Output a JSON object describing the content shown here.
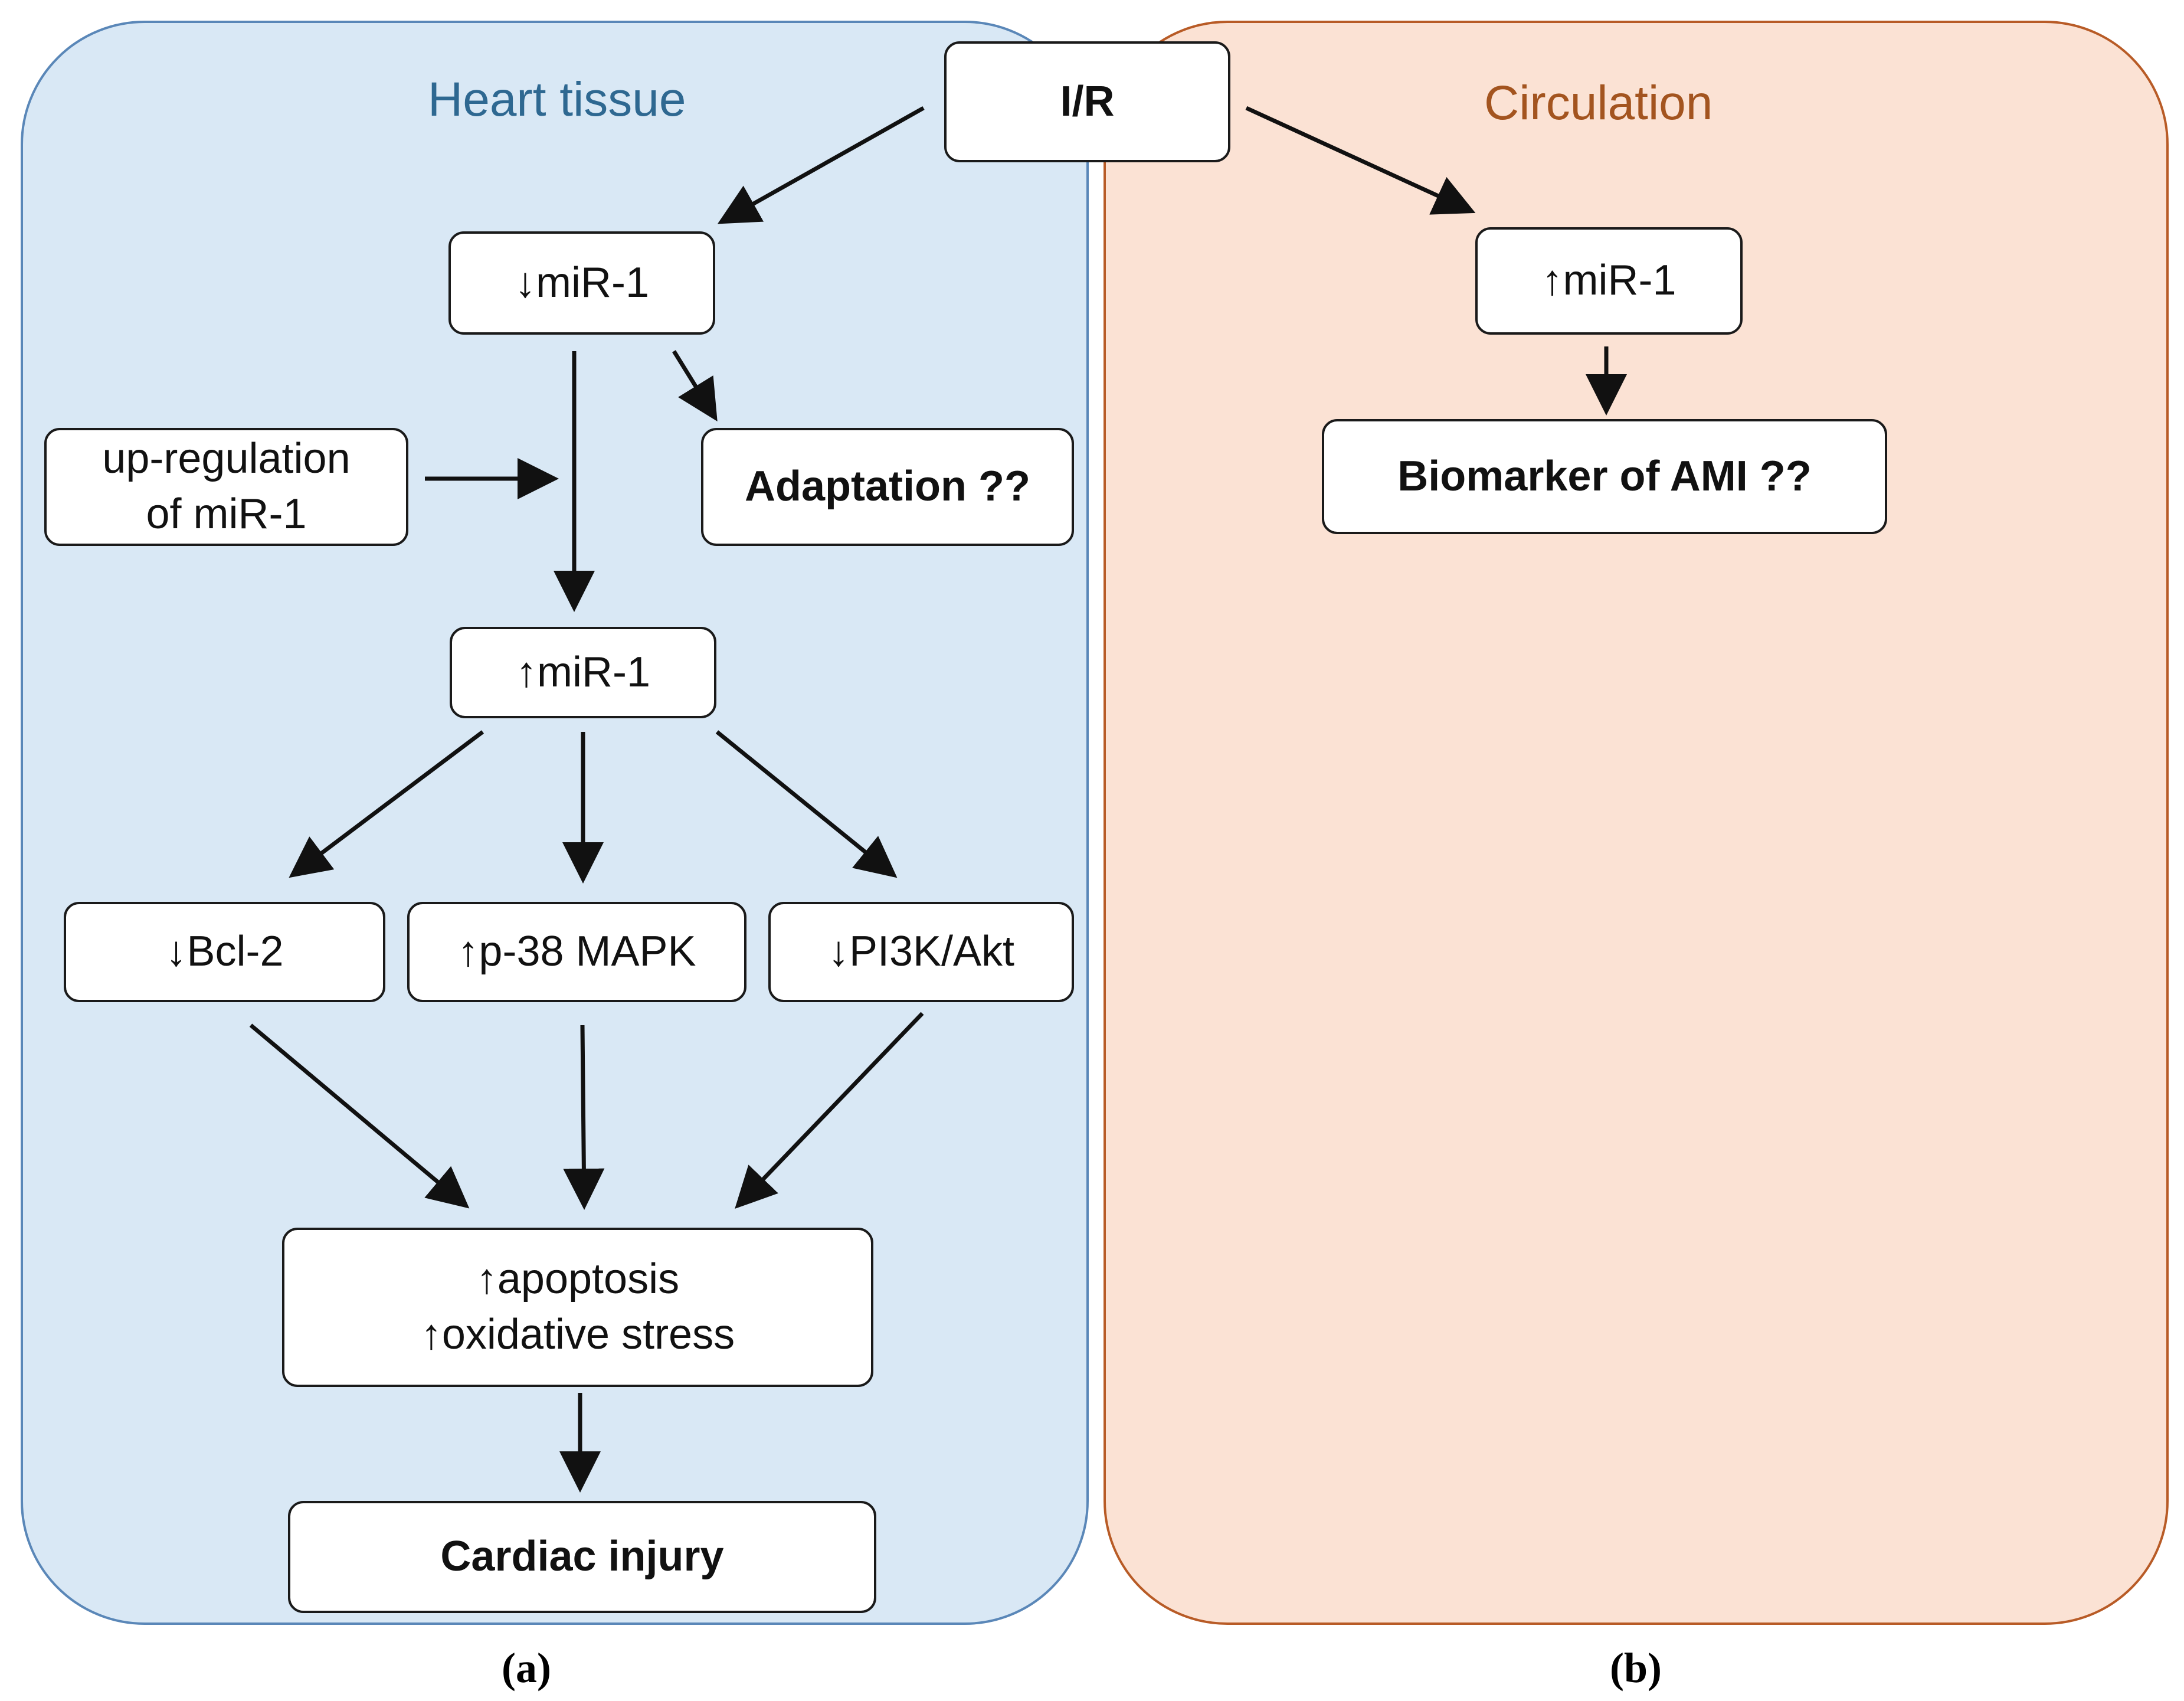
{
  "panels": {
    "heart": {
      "title": "Heart tissue",
      "caption": "(a)",
      "fill": "#d9e8f5",
      "border": "#5a87b8",
      "title_color": "#2e6891"
    },
    "circulation": {
      "title": "Circulation",
      "caption": "(b)",
      "fill": "#fbe2d4",
      "border": "#b85b26",
      "title_color": "#a3541f"
    }
  },
  "nodes": {
    "ir": "I/R",
    "heart_mir1_down": "↓miR-1",
    "upregulation_line1": "up-regulation",
    "upregulation_line2": "of miR-1",
    "adaptation": "Adaptation ??",
    "heart_mir1_up": "↑miR-1",
    "bcl2": "↓Bcl-2",
    "p38": "↑p-38 MAPK",
    "pi3k": "↓PI3K/Akt",
    "apoptosis": "↑apoptosis",
    "oxidative": "↑oxidative stress",
    "cardiac_injury": "Cardiac injury",
    "circ_mir1_up": "↑miR-1",
    "biomarker": "Biomarker of AMI ??"
  },
  "edges": [
    {
      "from": "ir",
      "to": "heart_mir1_down"
    },
    {
      "from": "ir",
      "to": "circ_mir1_up"
    },
    {
      "from": "heart_mir1_down",
      "to": "heart_mir1_up"
    },
    {
      "from": "heart_mir1_down",
      "to": "adaptation"
    },
    {
      "from": "upregulation",
      "to": "heart_mir1_down→heart_mir1_up"
    },
    {
      "from": "heart_mir1_up",
      "to": "bcl2"
    },
    {
      "from": "heart_mir1_up",
      "to": "p38"
    },
    {
      "from": "heart_mir1_up",
      "to": "pi3k"
    },
    {
      "from": "bcl2",
      "to": "apoptosis"
    },
    {
      "from": "p38",
      "to": "apoptosis"
    },
    {
      "from": "pi3k",
      "to": "apoptosis"
    },
    {
      "from": "apoptosis",
      "to": "cardiac_injury"
    },
    {
      "from": "circ_mir1_up",
      "to": "biomarker"
    }
  ]
}
